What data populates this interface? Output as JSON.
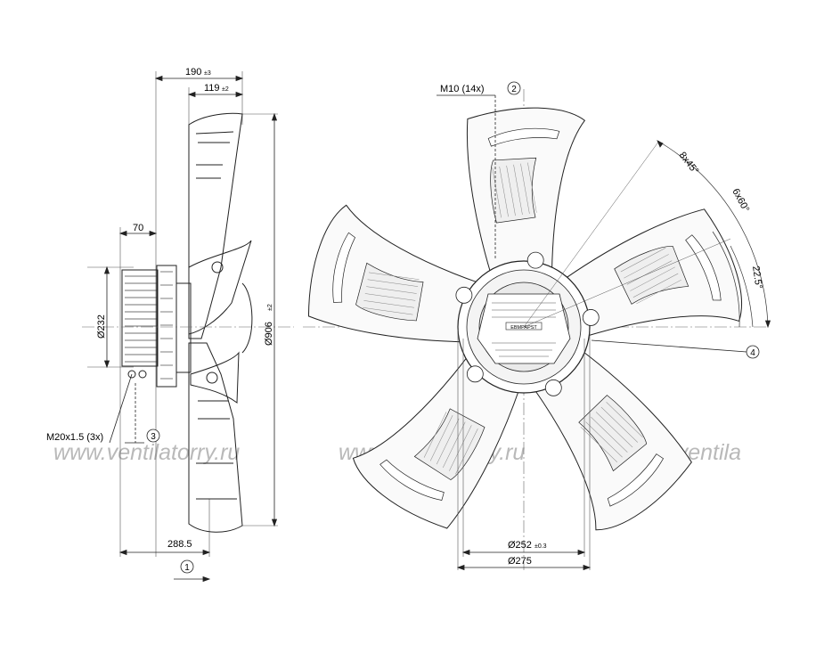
{
  "dimensions": {
    "side_total_depth": "190",
    "side_total_depth_tol": "±3",
    "side_hub_depth": "119",
    "side_hub_depth_tol": "±2",
    "motor_depth": "70",
    "motor_diameter": "Ø232",
    "outer_diameter": "Ø906",
    "outer_diameter_tol": "±2",
    "overall_length": "288.5",
    "thread_note": "M20x1.5 (3x)",
    "bolt_note": "M10 (14x)",
    "bolt_circle": "Ø252",
    "bolt_circle_tol": "±0.3",
    "flange_diameter": "Ø275",
    "angle_a": "8x45°",
    "angle_b": "6x60°",
    "angle_c": "22.5°"
  },
  "callouts": [
    "1",
    "2",
    "3",
    "4"
  ],
  "motor_label": "EBMPAPST",
  "watermark": [
    "www.ventilatorry.ru",
    "www.ventilatorry.ru",
    "www.ventila"
  ]
}
